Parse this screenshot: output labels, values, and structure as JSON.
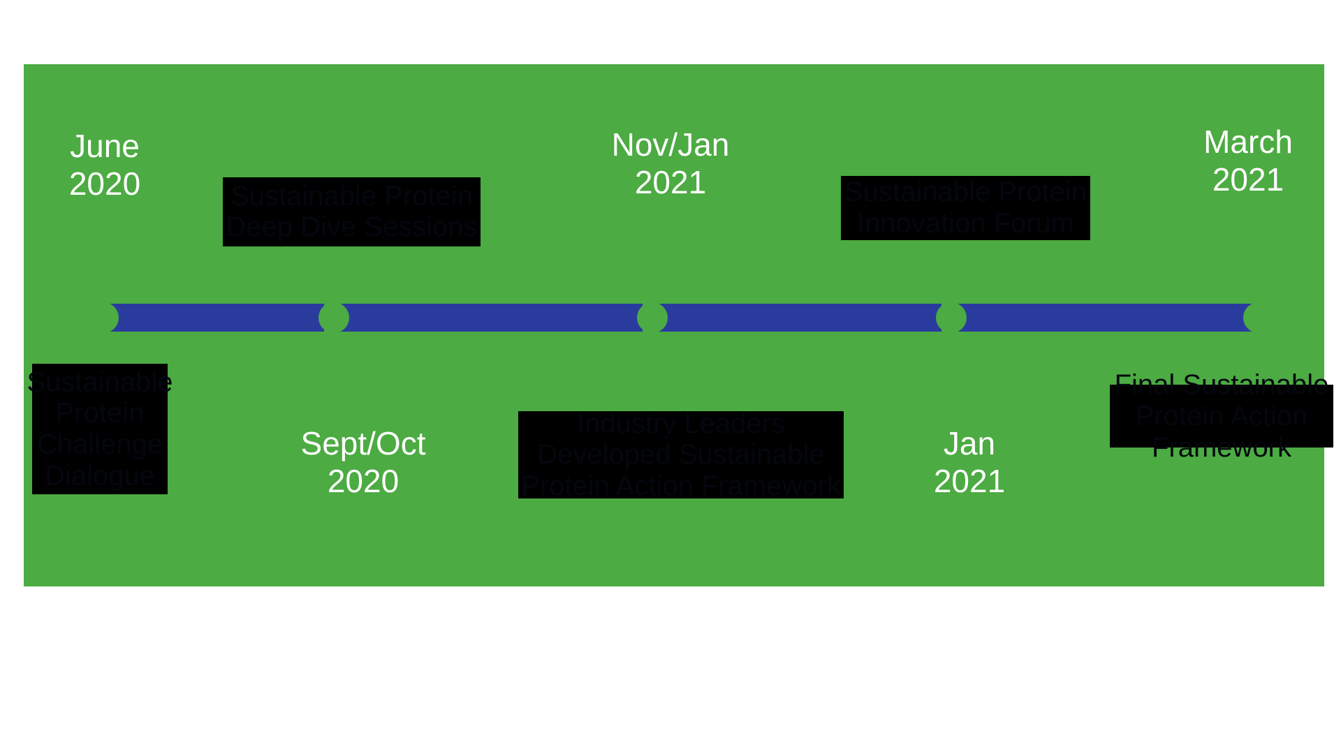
{
  "diagram": {
    "type": "timeline",
    "title_text": "",
    "panel_color": "#4CAB42",
    "track_color": "#293C9E",
    "date_text_color": "#FFFFFF",
    "redaction_color": "#000000",
    "dates": [
      {
        "id": "june-2020",
        "label": "June\n2020",
        "position": "top-left"
      },
      {
        "id": "sept-oct-2020",
        "label": "Sept/Oct\n2020",
        "position": "bottom-left-center"
      },
      {
        "id": "nov-jan-2021",
        "label": "Nov/Jan\n2021",
        "position": "top-center"
      },
      {
        "id": "jan-2021",
        "label": "Jan\n2021",
        "position": "bottom-right-center"
      },
      {
        "id": "march-2021",
        "label": "March\n2021",
        "position": "top-right"
      }
    ],
    "milestones": [
      {
        "id": "sustainable-protein-deep-dive-sessions",
        "label": "Sustainable Protein\nDeep Dive Sessions",
        "row": "top",
        "redacted": true
      },
      {
        "id": "sustainable-protein-innovation-forum",
        "label": "Sustainable Protein\nInnovation Forum",
        "row": "top",
        "redacted": true
      },
      {
        "id": "sustainable-protein-challenge-dialogue",
        "label": "Sustainable\nProtein\nChallenge\nDialogue",
        "row": "bottom",
        "redacted": true
      },
      {
        "id": "industry-leaders-developed-sustainable-protein-action-framework",
        "label": "Industry Leaders\nDeveloped Sustainable\nProtein Action Framework",
        "row": "bottom",
        "redacted": true
      },
      {
        "id": "final-sustainable-protein-action-framework",
        "label": "Final Sustainable\nProtein Action\nFramework",
        "row": "bottom",
        "redacted": true
      }
    ],
    "track_segments": [
      {
        "id": "segment-1"
      },
      {
        "id": "segment-2"
      },
      {
        "id": "segment-3"
      },
      {
        "id": "segment-4"
      }
    ]
  }
}
